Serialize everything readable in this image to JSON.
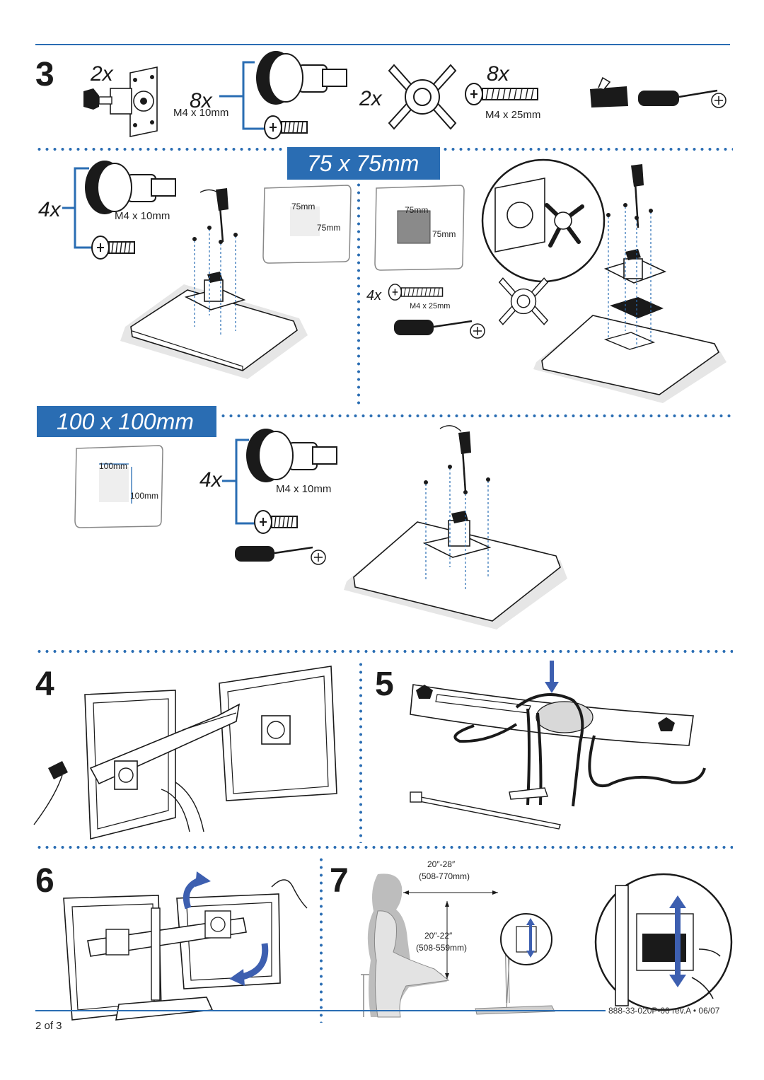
{
  "sections": {
    "step3": {
      "number": "3",
      "parts": [
        {
          "qty": "2x",
          "name": "quick-release bracket"
        },
        {
          "qty": "8x",
          "spec": "M4 x 10mm"
        },
        {
          "qty": "2x",
          "name": "adapter plate"
        },
        {
          "qty": "8x",
          "spec": "M4 x 25mm"
        }
      ]
    },
    "vesa75": {
      "banner": "75 x 75mm",
      "qty_short": "4x",
      "spec_short": "M4 x 10mm",
      "dim_a": "75mm",
      "dim_b": "75mm",
      "qty_long": "4x",
      "spec_long": "M4 x 25mm"
    },
    "vesa100": {
      "banner": "100 x 100mm",
      "dim_a": "100mm",
      "dim_b": "100mm",
      "qty": "4x",
      "spec": "M4 x 10mm"
    },
    "step4": {
      "number": "4"
    },
    "step5": {
      "number": "5"
    },
    "step6": {
      "number": "6"
    },
    "step7": {
      "number": "7",
      "distance_label": "20″-28″",
      "distance_metric": "(508-770mm)",
      "height_label": "20″-22″",
      "height_metric": "(508-559mm)"
    }
  },
  "footer": {
    "page": "2 of 3",
    "doc_number": "888-33-020P-00 rev.A • 06/07"
  },
  "colors": {
    "accent": "#2a6db3",
    "arrow": "#3d5fb0",
    "linework": "#1a1a1a",
    "shadow": "#e6e6e6"
  }
}
